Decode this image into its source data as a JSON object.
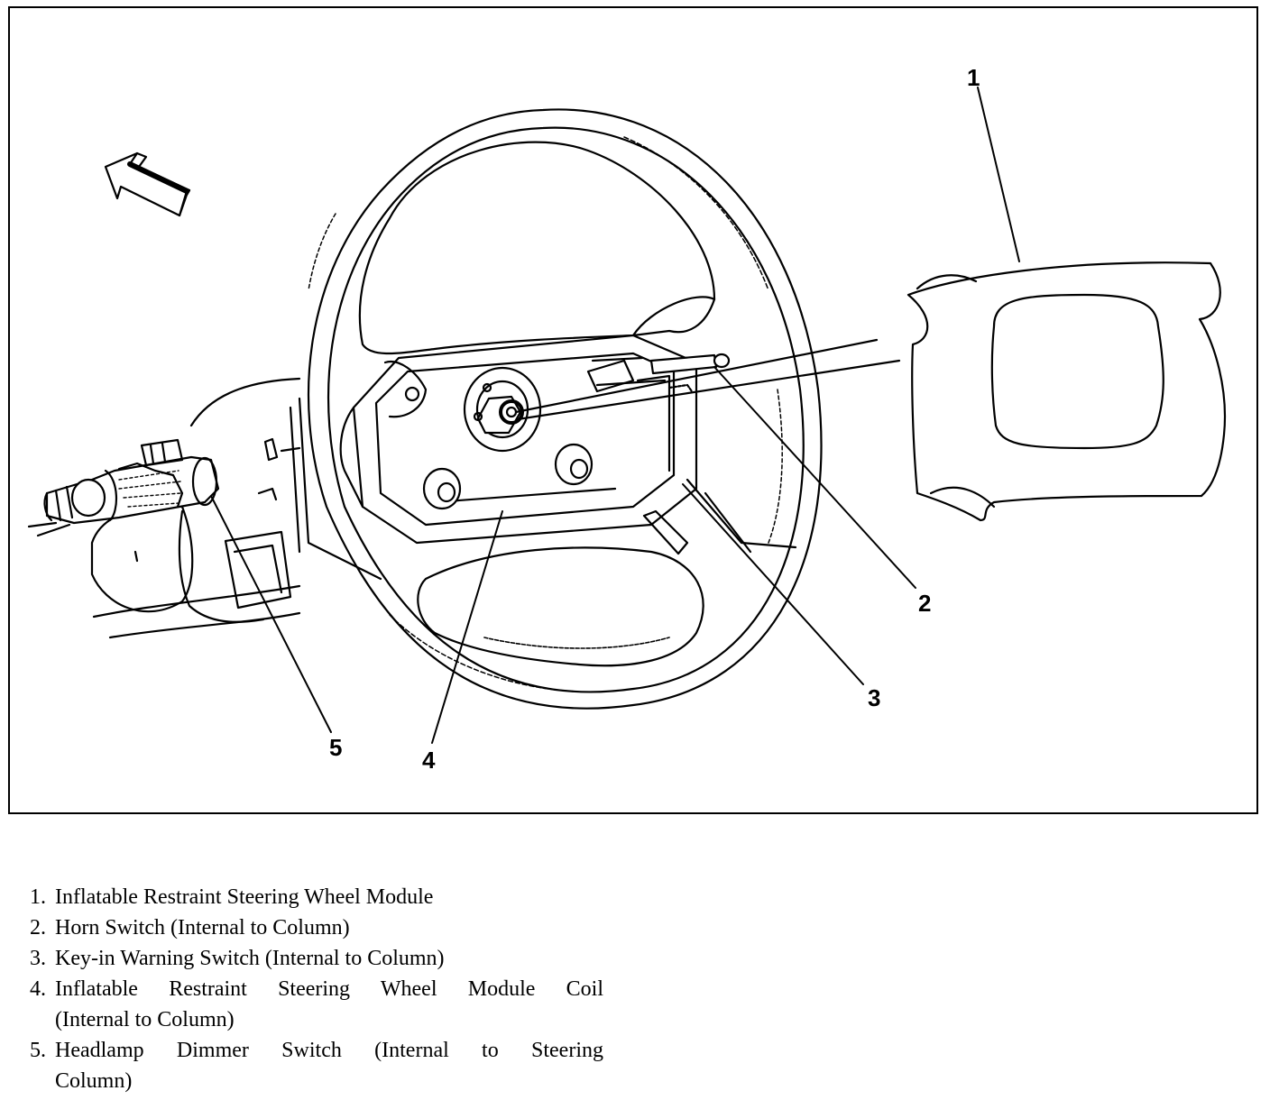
{
  "callouts": [
    "1",
    "2",
    "3",
    "4",
    "5"
  ],
  "legend": [
    {
      "num": "1.",
      "text": "Inflatable Restraint Steering Wheel Module"
    },
    {
      "num": "2.",
      "text": "Horn Switch (Internal to Column)"
    },
    {
      "num": "3.",
      "text": "Key-in Warning Switch (Internal to Column)"
    },
    {
      "num": "4.",
      "text": "Inflatable Restraint Steering Wheel Module Coil",
      "cont": "(Internal to Column)"
    },
    {
      "num": "5.",
      "text": "Headlamp Dimmer Switch (Internal to Steering",
      "cont": "Column)"
    }
  ],
  "colors": {
    "ink": "#000000",
    "paper": "#ffffff"
  }
}
